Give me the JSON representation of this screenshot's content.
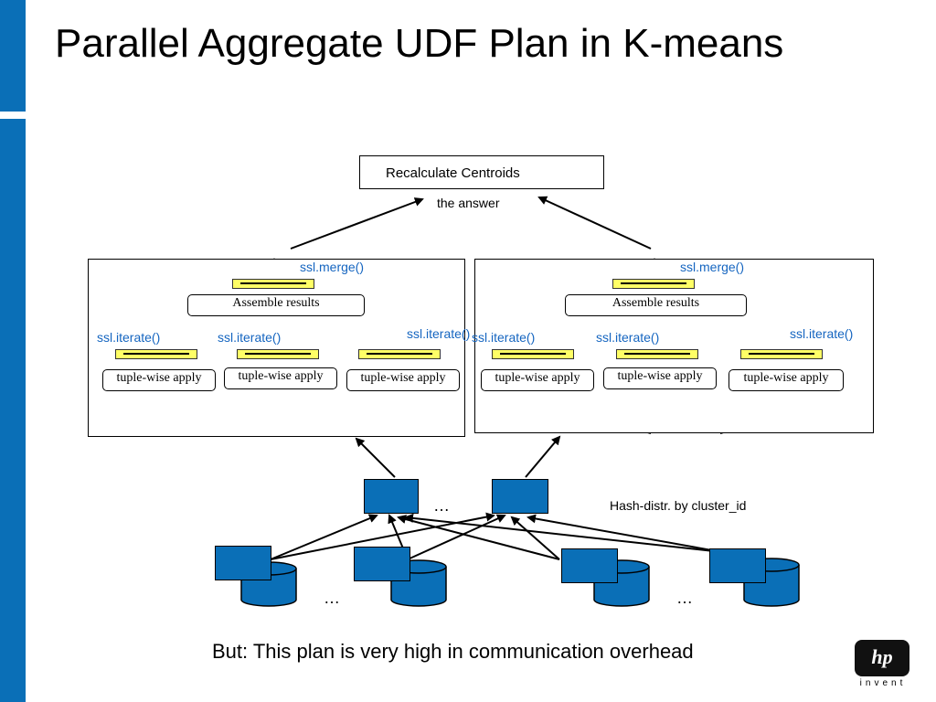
{
  "title": "Parallel Aggregate UDF Plan in K-means",
  "top_box": "Recalculate Centroids",
  "answer_label": "the answer",
  "groups": [
    {
      "merge_label": "ssl.merge()",
      "assemble_label": "Assemble results",
      "iterate_labels": [
        "ssl.iterate()",
        "ssl.iterate()",
        "ssl.iterate()"
      ],
      "apply_labels": [
        "tuple-wise apply",
        "tuple-wise apply",
        "tuple-wise apply"
      ]
    },
    {
      "merge_label": "ssl.merge()",
      "assemble_label": "Assemble results",
      "iterate_labels": [
        "ssl.iterate()",
        "ssl.iterate()",
        "ssl.iterate()"
      ],
      "apply_labels": [
        "tuple-wise apply",
        "tuple-wise apply",
        "tuple-wise apply"
      ]
    }
  ],
  "hash_label": "Hash-distr. by cluster_id",
  "ellipsis": "…",
  "caption": "But: This plan is very high in communication overhead",
  "logo": {
    "mark": "hp",
    "tagline": "invent"
  },
  "colors": {
    "accent": "#0a6fb7",
    "label_blue": "#1565c0",
    "bar_yellow": "#ffff66"
  }
}
